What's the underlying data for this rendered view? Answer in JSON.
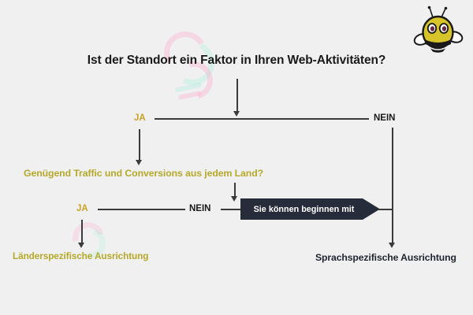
{
  "diagram": {
    "title": "Ist der Standort ein Faktor in Ihren Web-Aktivitäten?",
    "question2": "Genügend Traffic und Conversions aus jedem Land?",
    "banner_label": "Sie können beginnen mit",
    "outcome_left": "Länderspezifische Ausrichtung",
    "outcome_right": "Sprachspezifische Ausrichtung",
    "labels": {
      "yes": "JA",
      "no": "NEIN"
    },
    "branch1": {
      "yes": "JA",
      "no": "NEIN"
    },
    "branch2": {
      "yes": "JA",
      "no": "NEIN"
    }
  },
  "logo": {
    "name": "bee-logo",
    "body_color": "#d6c42a",
    "stripe_color": "#1a1a1a",
    "wing_color": "#ffffff",
    "eye_color": "#6b2545"
  },
  "colors": {
    "background": "#f0f0f0",
    "accent_yellow": "#b5a82a",
    "dark_text": "#1a1a1a",
    "banner_bg": "#262c3a",
    "line": "#3b3b3b",
    "watermark_pink": "#ff9ec8",
    "watermark_mint": "#9ff0d8"
  }
}
